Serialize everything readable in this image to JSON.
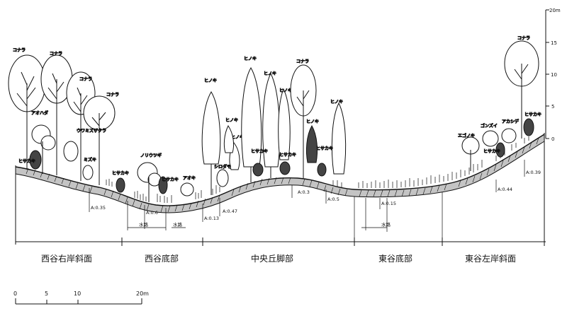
{
  "vertical_scale": {
    "unit": "20m",
    "ticks": [
      "15",
      "10",
      "5",
      "0"
    ]
  },
  "trees": [
    {
      "label": "コナラ",
      "kind": "tall"
    },
    {
      "label": "コナラ",
      "kind": "tall"
    },
    {
      "label": "コナラ",
      "kind": "tall"
    },
    {
      "label": "コナラ",
      "kind": "tall"
    },
    {
      "label": "アオハダ",
      "kind": "bush"
    },
    {
      "label": "ヒサカキ",
      "kind": "shrub"
    },
    {
      "label": "ウワミズザクラ",
      "kind": "tall"
    },
    {
      "label": "ミズキ",
      "kind": "shrub"
    },
    {
      "label": "ヒサカキ",
      "kind": "shrub"
    },
    {
      "label": "ノリウツギ",
      "kind": "bush"
    },
    {
      "label": "ヒサカキ",
      "kind": "shrub"
    },
    {
      "label": "アオキ",
      "kind": "shrub"
    },
    {
      "label": "ヒノキ",
      "kind": "conifer"
    },
    {
      "label": "ヒノキ",
      "kind": "conifer"
    },
    {
      "label": "ヒノキ",
      "kind": "conifer"
    },
    {
      "label": "シロダモ",
      "kind": "shrub"
    },
    {
      "label": "ヒノキ",
      "kind": "conifer"
    },
    {
      "label": "ヒノキ",
      "kind": "conifer"
    },
    {
      "label": "ヒノキ",
      "kind": "conifer"
    },
    {
      "label": "コナラ",
      "kind": "tall"
    },
    {
      "label": "ヒノキ",
      "kind": "conifer"
    },
    {
      "label": "ヒサカキ",
      "kind": "shrub"
    },
    {
      "label": "ヒサカキ",
      "kind": "shrub"
    },
    {
      "label": "ヒノキ",
      "kind": "conifer"
    },
    {
      "label": "ヒサカキ",
      "kind": "shrub"
    },
    {
      "label": "エゴノキ",
      "kind": "bush"
    },
    {
      "label": "ゴンズイ",
      "kind": "bush"
    },
    {
      "label": "アカシデ",
      "kind": "bush"
    },
    {
      "label": "ヒサカキ",
      "kind": "shrub"
    },
    {
      "label": "ヒサカキ",
      "kind": "shrub"
    },
    {
      "label": "コナラ",
      "kind": "tall"
    }
  ],
  "soil_labels": [
    "A:0.35",
    "A:0.6",
    "A:0.13",
    "A:0.47",
    "A:0.3",
    "A:0.5",
    "A:0.15",
    "A:0.44",
    "A:0.39"
  ],
  "segment_labels": [
    "水路",
    "水路",
    "水路"
  ],
  "zones": [
    "西谷右岸斜面",
    "西谷底部",
    "中央丘脚部",
    "東谷底部",
    "東谷左岸斜面"
  ],
  "horizontal_scale": {
    "ticks": [
      "0",
      "5",
      "10",
      "20m"
    ]
  }
}
